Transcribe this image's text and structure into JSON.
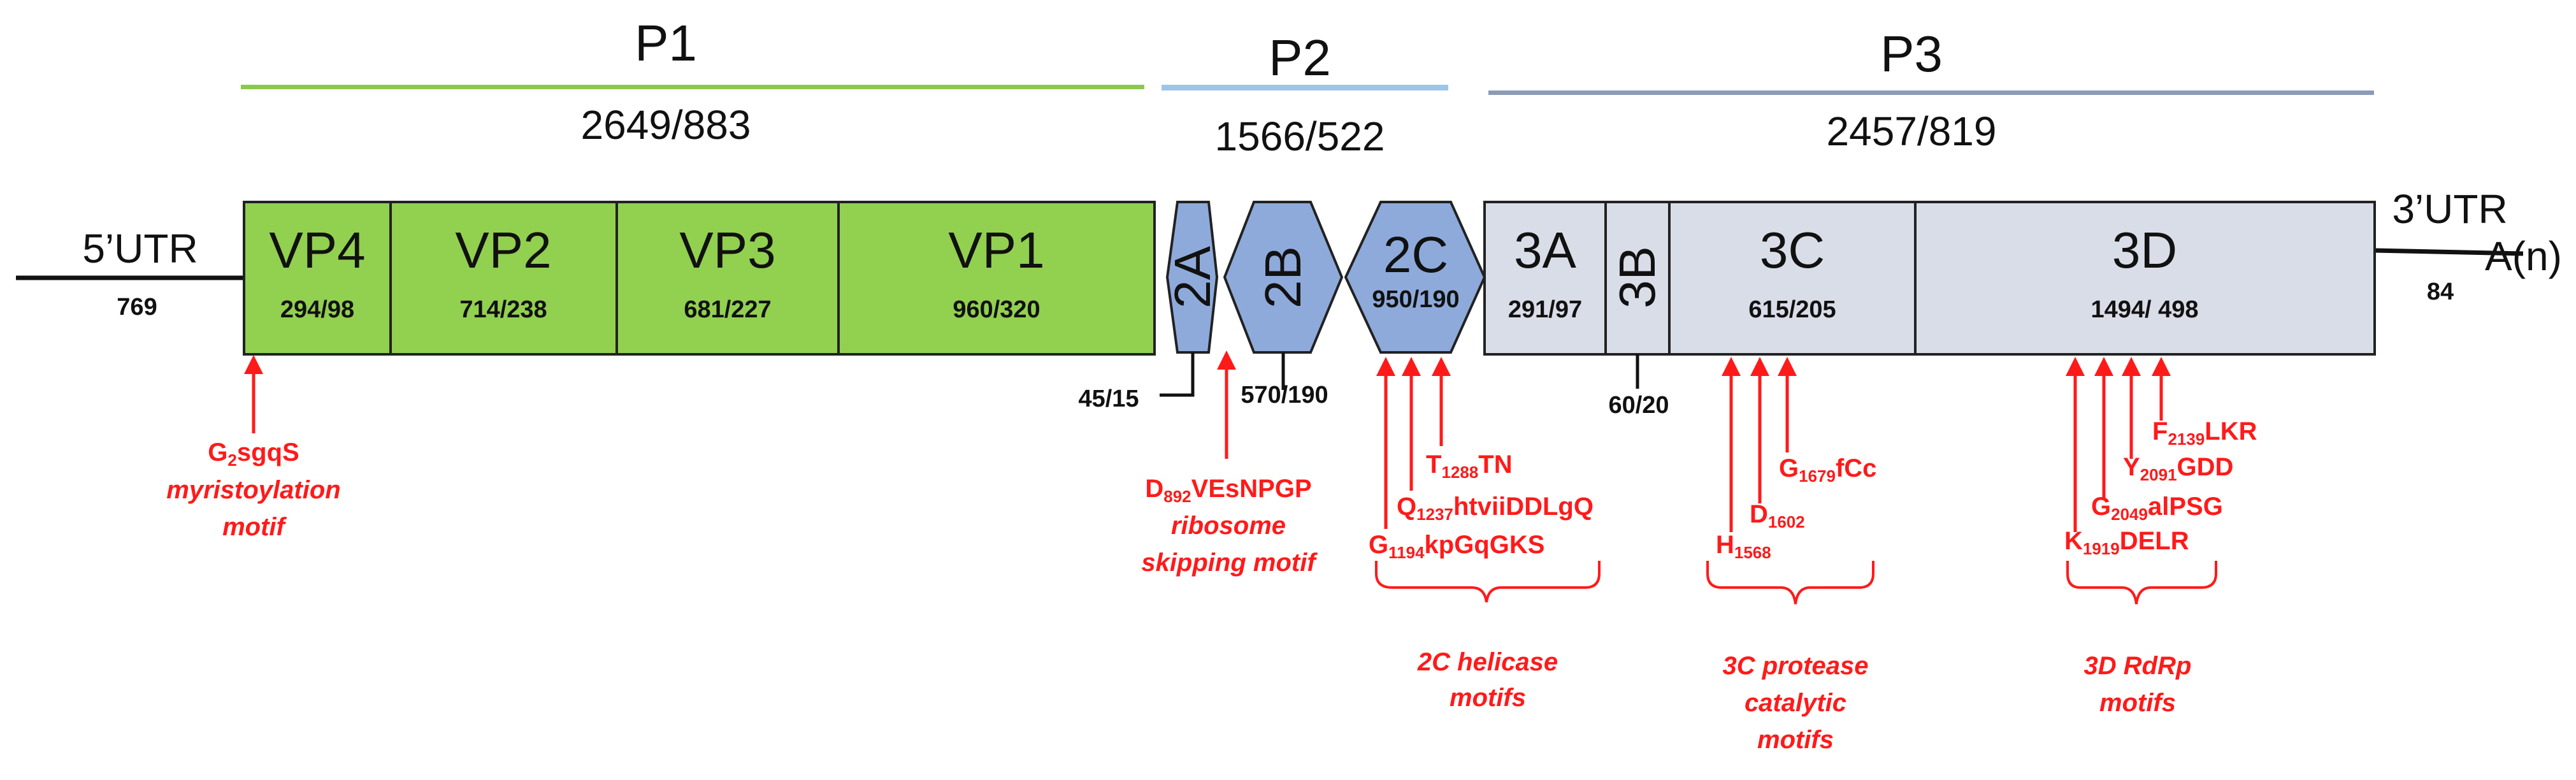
{
  "colors": {
    "p1_bar": "#8cc84b",
    "p2_bar": "#9ec5e8",
    "p3_bar": "#8b9bb7",
    "p1_fill": "#92d050",
    "p2_fill": "#8eaadb",
    "p3_fill": "#d9dde8",
    "motif_red": "#ff1a1a",
    "outline": "#222222"
  },
  "regions": {
    "p1": {
      "label": "P1",
      "size": "2649/883"
    },
    "p2": {
      "label": "P2",
      "size": "1566/522"
    },
    "p3": {
      "label": "P3",
      "size": "2457/819"
    }
  },
  "utr": {
    "five_label": "5’UTR",
    "five_size": "769",
    "three_label": "3’UTR",
    "three_size": "84",
    "poly_a": "A(n)"
  },
  "proteins": {
    "vp4": {
      "label": "VP4",
      "size": "294/98"
    },
    "vp2": {
      "label": "VP2",
      "size": "714/238"
    },
    "vp3": {
      "label": "VP3",
      "size": "681/227"
    },
    "vp1": {
      "label": "VP1",
      "size": "960/320"
    },
    "p2a": {
      "label": "2A",
      "size": "45/15"
    },
    "p2b": {
      "label": "2B",
      "size": "570/190"
    },
    "p2c": {
      "label": "2C",
      "size": "950/190"
    },
    "p3a": {
      "label": "3A",
      "size": "291/97"
    },
    "p3b": {
      "label": "3B",
      "size": "60/20"
    },
    "p3c": {
      "label": "3C",
      "size": "615/205"
    },
    "p3d": {
      "label": "3D",
      "size": "1494/ 498"
    }
  },
  "motifs": {
    "myr": {
      "g": "G",
      "g_sub": "2",
      "rest": "sgqS",
      "line2": "myristoylation",
      "line3": "motif"
    },
    "rib": {
      "d": "D",
      "d_sub": "892",
      "rest": "VEsNPGP",
      "line2": "ribosome",
      "line3": "skipping motif"
    },
    "c2_t": {
      "a": "T",
      "a_sub": "1288",
      "rest": "TN"
    },
    "c2_q": {
      "a": "Q",
      "a_sub": "1237",
      "rest": "htviiDDLgQ"
    },
    "c2_g": {
      "a": "G",
      "a_sub": "1194",
      "rest": "kpGqGKS"
    },
    "c3_g": {
      "a": "G",
      "a_sub": "1679",
      "rest": "fCc"
    },
    "c3_d": {
      "a": "D",
      "a_sub": "1602",
      "rest": ""
    },
    "c3_h": {
      "a": "H",
      "a_sub": "1568",
      "rest": ""
    },
    "d3_f": {
      "a": "F",
      "a_sub": "2139",
      "rest": "LKR"
    },
    "d3_y": {
      "a": "Y",
      "a_sub": "2091",
      "rest": "GDD"
    },
    "d3_g": {
      "a": "G",
      "a_sub": "2049",
      "rest": "alPSG"
    },
    "d3_k": {
      "a": "K",
      "a_sub": "1919",
      "rest": "DELR"
    }
  },
  "groups": {
    "helicase": {
      "line1": "2C helicase",
      "line2": "motifs"
    },
    "protease": {
      "line1": "3C protease",
      "line2": "catalytic",
      "line3": "motifs"
    },
    "rdrp": {
      "line1": "3D RdRp",
      "line2": "motifs"
    }
  }
}
